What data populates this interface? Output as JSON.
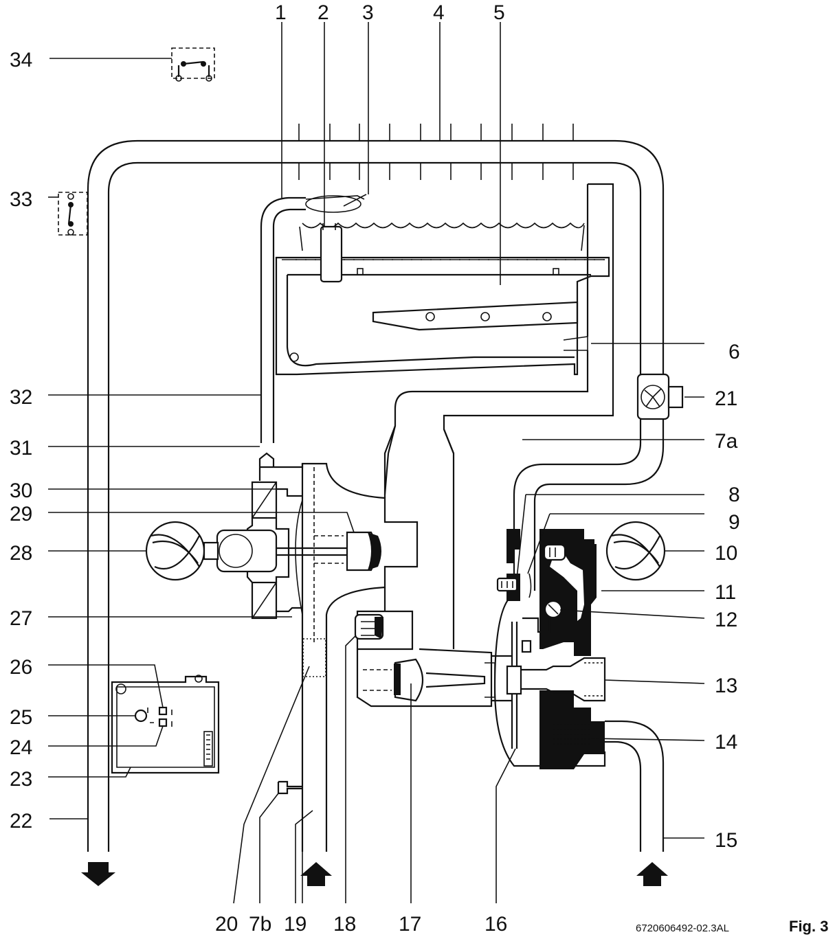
{
  "callouts": {
    "c1": "1",
    "c2": "2",
    "c3": "3",
    "c4": "4",
    "c5": "5",
    "c6": "6",
    "c7a": "7a",
    "c8": "8",
    "c9": "9",
    "c10": "10",
    "c11": "11",
    "c12": "12",
    "c13": "13",
    "c14": "14",
    "c15": "15",
    "c16": "16",
    "c17": "17",
    "c18": "18",
    "c19": "19",
    "c20": "20",
    "c7b": "7b",
    "c21": "21",
    "c22": "22",
    "c23": "23",
    "c24": "24",
    "c25": "25",
    "c26": "26",
    "c27": "27",
    "c28": "28",
    "c29": "29",
    "c30": "30",
    "c31": "31",
    "c32": "32",
    "c33": "33",
    "c34": "34"
  },
  "footer": {
    "drawing_code": "6720606492-02.3AL",
    "figure_label": "Fig. 3"
  }
}
